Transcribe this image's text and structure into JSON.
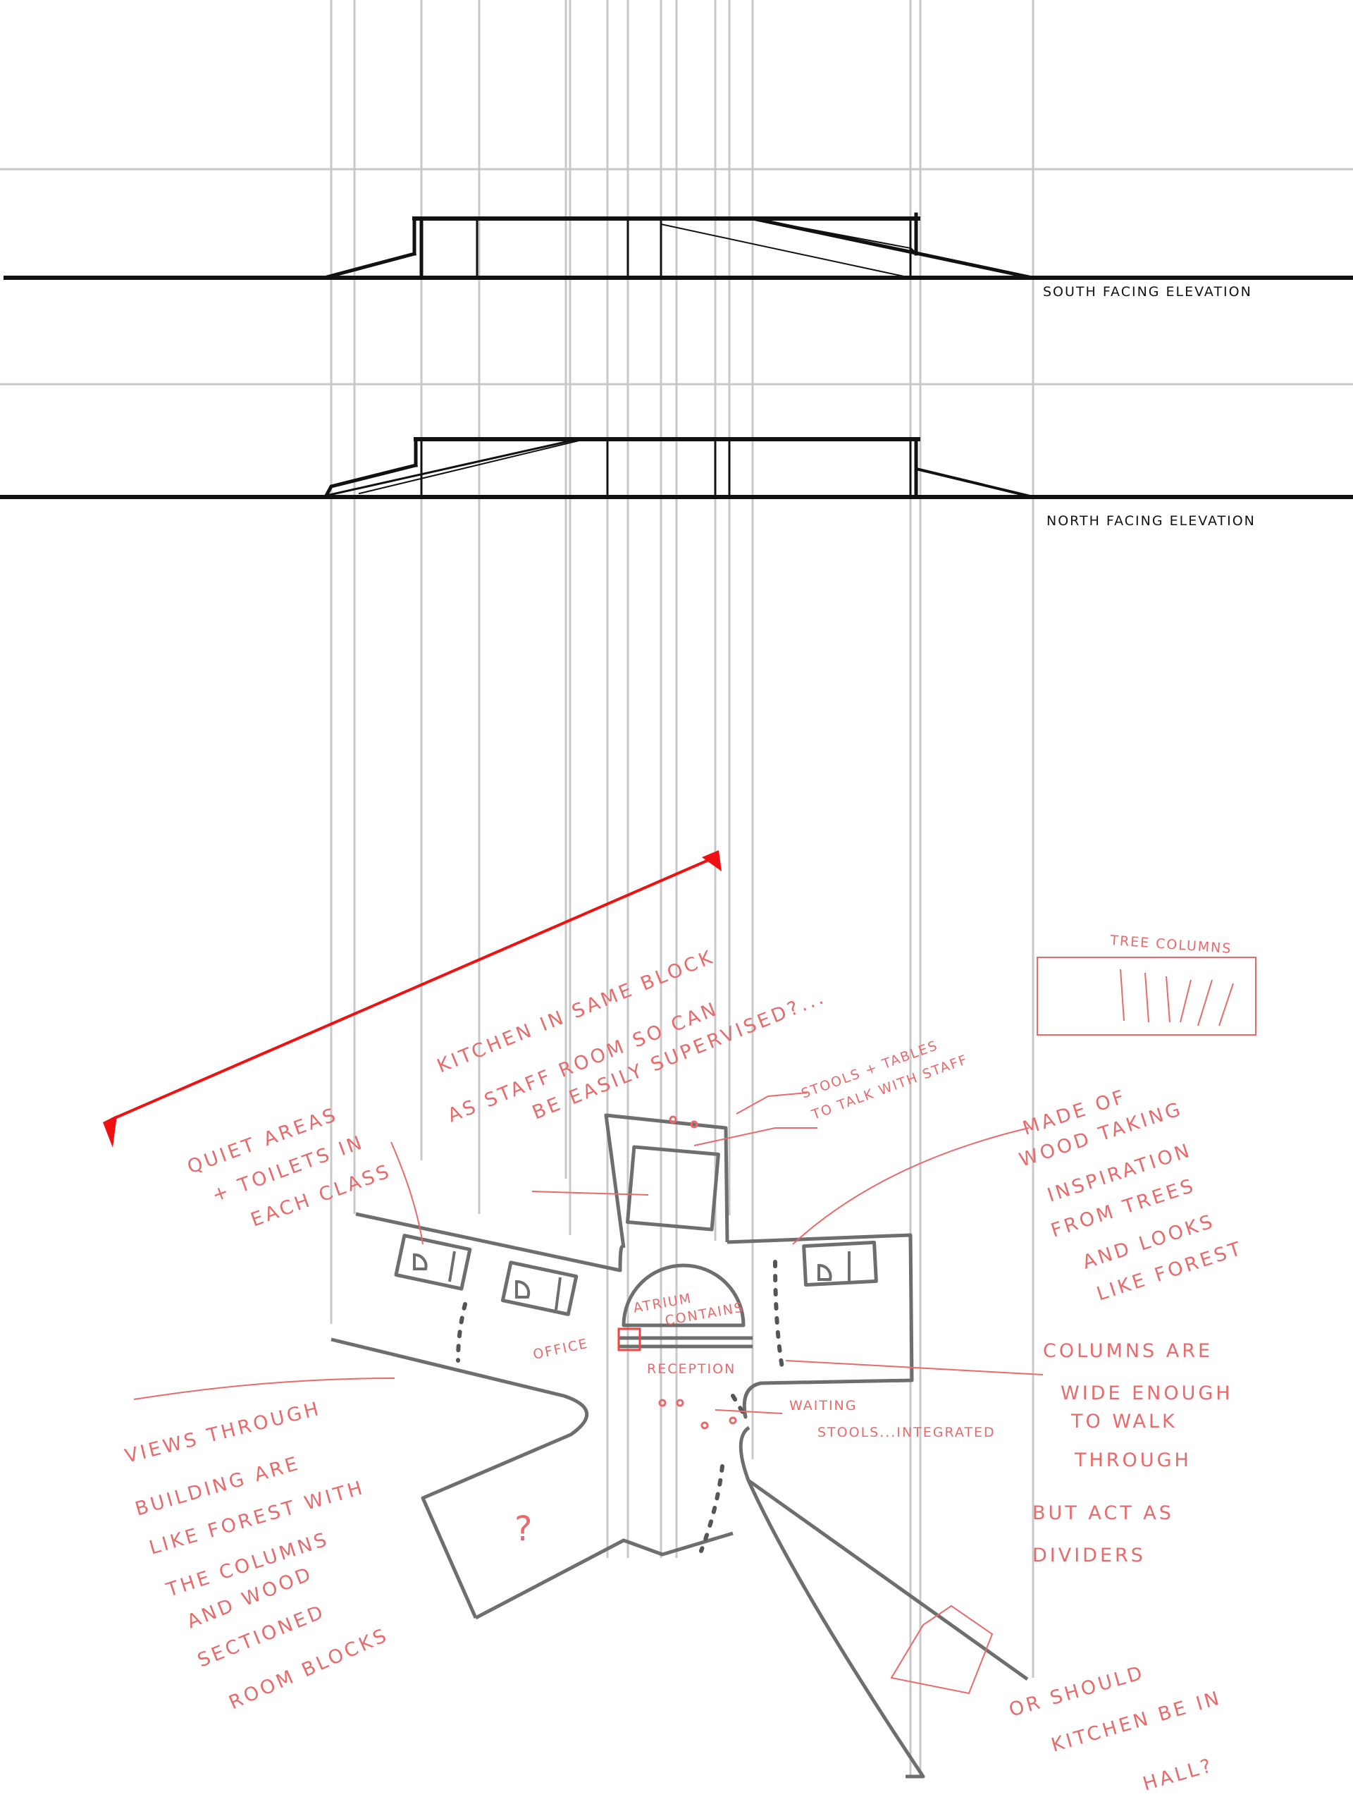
{
  "elevations": {
    "south_label": "SOUTH FACING ELEVATION",
    "north_label": "NORTH FACING ELEVATION"
  },
  "annotations": {
    "quiet_areas": [
      "QUIET AREAS",
      "+ TOILETS IN",
      "EACH CLASS"
    ],
    "kitchen": [
      "KITCHEN IN SAME BLOCK",
      "AS STAFF ROOM SO CAN",
      "BE EASILY SUPERVISED?..."
    ],
    "stools": [
      "STOOLS + TABLES",
      "TO TALK WITH STAFF"
    ],
    "made_of_wood": [
      "MADE OF",
      "WOOD TAKING",
      "INSPIRATION",
      "FROM TREES",
      "AND LOOKS",
      "LIKE FOREST"
    ],
    "tree_columns": "TREE COLUMNS",
    "atrium": [
      "ATRIUM",
      "CONTAINS"
    ],
    "office": "OFFICE",
    "reception": "RECEPTION",
    "waiting": [
      "WAITING",
      "STOOLS...INTEGRATED"
    ],
    "columns": [
      "COLUMNS ARE",
      "WIDE ENOUGH",
      "TO WALK",
      "THROUGH",
      "BUT ACT AS",
      "DIVIDERS"
    ],
    "views": [
      "VIEWS THROUGH",
      "BUILDING ARE",
      "LIKE FOREST WITH",
      "THE COLUMNS",
      "AND WOOD",
      "SECTIONED",
      "ROOM BLOCKS"
    ],
    "question": "?",
    "or_should": [
      "OR SHOULD",
      "KITCHEN BE IN",
      "HALL?"
    ]
  },
  "colors": {
    "guide": "#c8c8c8",
    "ink": "#111111",
    "plan": "#6e6e6e",
    "annotation": "#e86a6a",
    "accent": "#ee1111"
  }
}
